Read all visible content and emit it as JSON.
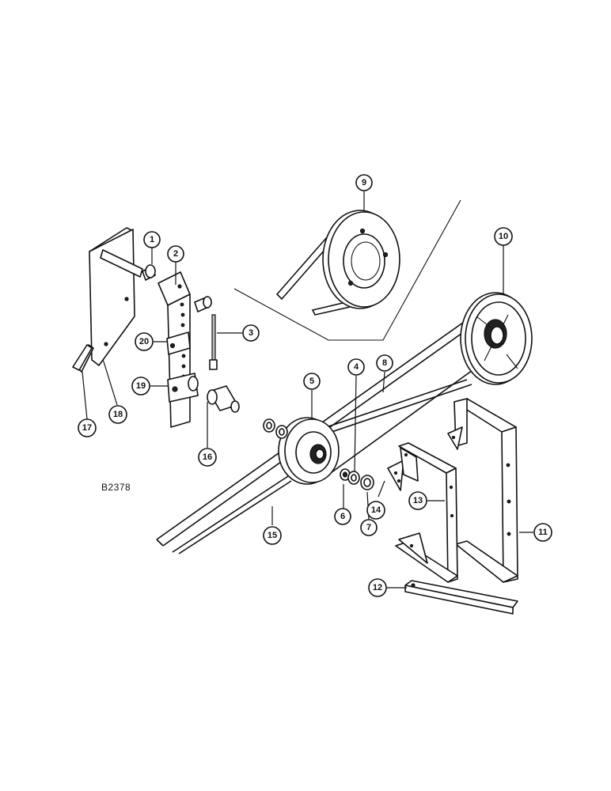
{
  "drawing": {
    "id_label": "B2378",
    "callouts": [
      "1",
      "2",
      "3",
      "4",
      "5",
      "6",
      "7",
      "8",
      "9",
      "10",
      "11",
      "12",
      "13",
      "14",
      "15",
      "16",
      "17",
      "18",
      "19",
      "20"
    ]
  },
  "colors": {
    "line": "#111111",
    "background": "#ffffff"
  },
  "parts": [
    {
      "callout": "1",
      "name": "bushing-icon"
    },
    {
      "callout": "2",
      "name": "adjuster-tube-icon"
    },
    {
      "callout": "3",
      "name": "bolt-icon"
    },
    {
      "callout": "4",
      "name": "bearing-icon"
    },
    {
      "callout": "5",
      "name": "idler-pulley-icon"
    },
    {
      "callout": "6",
      "name": "snap-ring-icon"
    },
    {
      "callout": "7",
      "name": "washer-icon"
    },
    {
      "callout": "8",
      "name": "v-belt-icon"
    },
    {
      "callout": "9",
      "name": "pulley-detail-icon"
    },
    {
      "callout": "10",
      "name": "large-pulley-icon"
    },
    {
      "callout": "11",
      "name": "support-frame-icon"
    },
    {
      "callout": "12",
      "name": "angle-brace-icon"
    },
    {
      "callout": "13",
      "name": "inner-frame-icon"
    },
    {
      "callout": "14",
      "name": "gusset-plate-icon"
    },
    {
      "callout": "15",
      "name": "v-belt-lower-icon"
    },
    {
      "callout": "16",
      "name": "idler-shaft-icon"
    },
    {
      "callout": "17",
      "name": "bracket-icon"
    },
    {
      "callout": "18",
      "name": "mounting-plate-icon"
    },
    {
      "callout": "19",
      "name": "clamp-block-icon"
    },
    {
      "callout": "20",
      "name": "clamp-collar-icon"
    }
  ]
}
